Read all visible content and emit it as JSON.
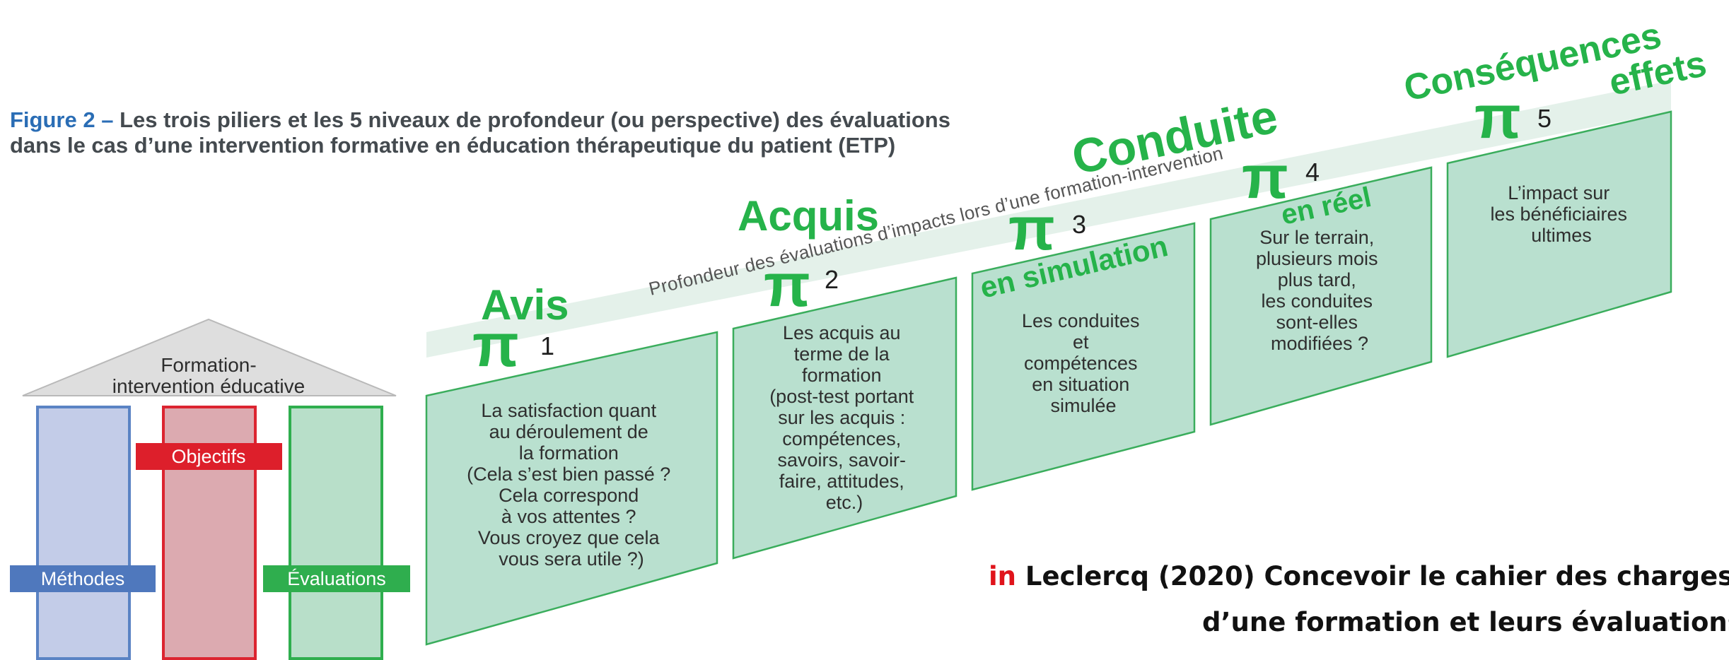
{
  "figure": {
    "label": "Figure 2 –",
    "caption_line1": "Les trois piliers et les 5 niveaux de profondeur (ou perspective) des évaluations",
    "caption_line2": "dans le cas d’une intervention formative en éducation thérapeutique du patient (ETP)",
    "axis_text": "Profondeur des évaluations d’impacts lors d’une formation-intervention"
  },
  "house": {
    "roof_line1": "Formation-",
    "roof_line2": "intervention éducative",
    "pillars": [
      {
        "label": "Méthodes",
        "fill": "#c3cce8",
        "stroke": "#5a83c4",
        "label_bg": "#4f78bd"
      },
      {
        "label": "Objectifs",
        "fill": "#dcaab0",
        "stroke": "#dc2430",
        "label_bg": "#dd1f2b"
      },
      {
        "label": "Évaluations",
        "fill": "#b8dfc9",
        "stroke": "#2fae4e",
        "label_bg": "#2fae4e"
      }
    ]
  },
  "levels": [
    {
      "number": "1",
      "symbol": "π",
      "title": "Avis",
      "subtitle": "",
      "lines": [
        "La satisfaction quant",
        "au déroulement de",
        "la formation",
        "(Cela s’est bien passé ?",
        "Cela correspond",
        "à vos attentes ?",
        "Vous croyez que cela",
        "vous sera utile ?)"
      ]
    },
    {
      "number": "2",
      "symbol": "π",
      "title": "Acquis",
      "subtitle": "",
      "lines": [
        "Les  acquis au",
        "terme de la",
        "formation",
        "(post-test portant",
        "sur les acquis :",
        "compétences,",
        "savoirs, savoir-",
        "faire, attitudes,",
        "etc.)"
      ]
    },
    {
      "number": "3",
      "symbol": "π",
      "title": "",
      "subtitle": "en simulation",
      "lines": [
        "Les conduites",
        "et",
        "compétences",
        "en situation",
        "simulée"
      ]
    },
    {
      "number": "4",
      "symbol": "π",
      "title": "Conduite",
      "subtitle": "en réel",
      "lines": [
        "Sur le terrain,",
        "plusieurs mois",
        "plus tard,",
        "les conduites",
        "sont-elles",
        "modifiées ?"
      ]
    },
    {
      "number": "5",
      "symbol": "π",
      "title": "Conséquences",
      "subtitle": "effets",
      "lines": [
        "L’impact sur",
        "les bénéficiaires",
        "ultimes"
      ]
    }
  ],
  "citation": {
    "prefix": "in",
    "line1": "Leclercq (2020) Concevoir le cahier des charges",
    "line2": "d’une formation et leurs évaluations"
  },
  "colors": {
    "accent_green": "#26b34a",
    "panel_fill": "#b9e0cf",
    "panel_stroke": "#3aad5c",
    "band_fill": "#e4f1ea",
    "citation_red": "#e0141b"
  }
}
